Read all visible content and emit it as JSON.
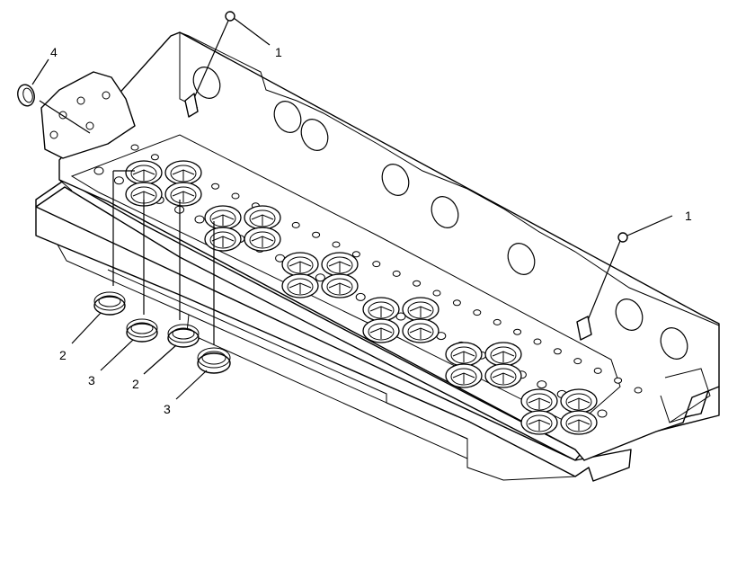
{
  "callouts": [
    {
      "id": "c1a",
      "text": "1"
    },
    {
      "id": "c1b",
      "text": "1"
    },
    {
      "id": "c4",
      "text": "4"
    },
    {
      "id": "c2a",
      "text": "2"
    },
    {
      "id": "c3a",
      "text": "3"
    },
    {
      "id": "c2b",
      "text": "2"
    },
    {
      "id": "c3b",
      "text": "3"
    }
  ]
}
